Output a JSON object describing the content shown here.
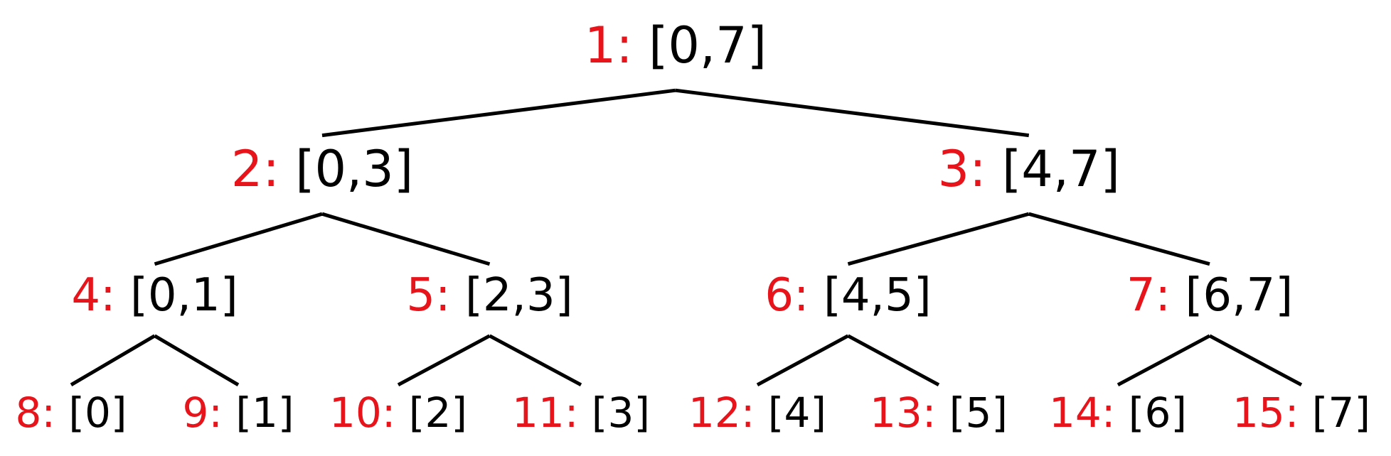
{
  "colors": {
    "index": "#e8141b",
    "range": "#000000",
    "edge": "#000000",
    "background": "#ffffff"
  },
  "tree": {
    "nodes": [
      {
        "id": 1,
        "index_label": "1:",
        "range_label": "[0,7]"
      },
      {
        "id": 2,
        "index_label": "2:",
        "range_label": "[0,3]"
      },
      {
        "id": 3,
        "index_label": "3:",
        "range_label": "[4,7]"
      },
      {
        "id": 4,
        "index_label": "4:",
        "range_label": "[0,1]"
      },
      {
        "id": 5,
        "index_label": "5:",
        "range_label": "[2,3]"
      },
      {
        "id": 6,
        "index_label": "6:",
        "range_label": "[4,5]"
      },
      {
        "id": 7,
        "index_label": "7:",
        "range_label": "[6,7]"
      },
      {
        "id": 8,
        "index_label": "8:",
        "range_label": "[0]"
      },
      {
        "id": 9,
        "index_label": "9:",
        "range_label": "[1]"
      },
      {
        "id": 10,
        "index_label": "10:",
        "range_label": "[2]"
      },
      {
        "id": 11,
        "index_label": "11:",
        "range_label": "[3]"
      },
      {
        "id": 12,
        "index_label": "12:",
        "range_label": "[4]"
      },
      {
        "id": 13,
        "index_label": "13:",
        "range_label": "[5]"
      },
      {
        "id": 14,
        "index_label": "14:",
        "range_label": "[6]"
      },
      {
        "id": 15,
        "index_label": "15:",
        "range_label": "[7]"
      }
    ],
    "edges": [
      [
        1,
        2
      ],
      [
        1,
        3
      ],
      [
        2,
        4
      ],
      [
        2,
        5
      ],
      [
        3,
        6
      ],
      [
        3,
        7
      ],
      [
        4,
        8
      ],
      [
        4,
        9
      ],
      [
        5,
        10
      ],
      [
        5,
        11
      ],
      [
        6,
        12
      ],
      [
        6,
        13
      ],
      [
        7,
        14
      ],
      [
        7,
        15
      ]
    ]
  }
}
